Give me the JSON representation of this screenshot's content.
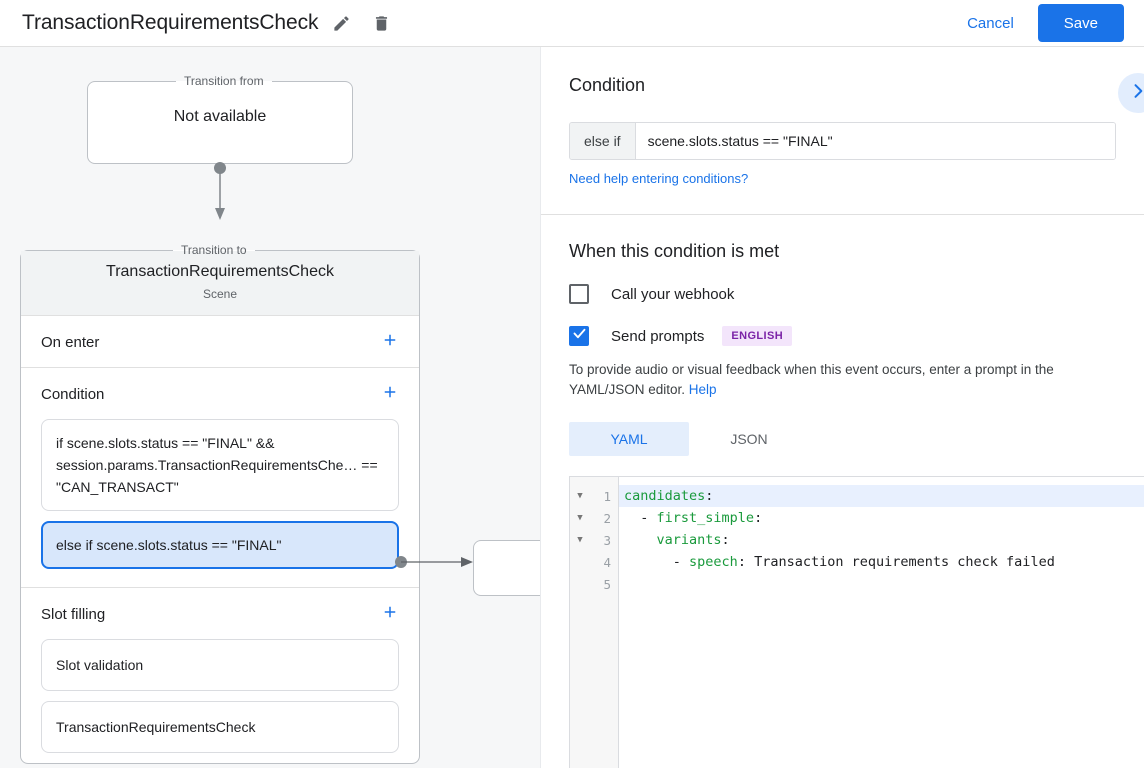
{
  "topbar": {
    "title": "TransactionRequirementsCheck",
    "edit_icon": "pencil-icon",
    "delete_icon": "trash-icon",
    "cancel_label": "Cancel",
    "save_label": "Save",
    "accent_color": "#1a73e8"
  },
  "canvas": {
    "transition_from": {
      "legend": "Transition from",
      "label": "Not available"
    },
    "transition_to": {
      "legend": "Transition to",
      "title": "TransactionRequirementsCheck",
      "subtitle": "Scene",
      "sections": [
        {
          "title": "On enter",
          "add_icon": "plus-icon"
        },
        {
          "title": "Condition",
          "add_icon": "plus-icon"
        },
        {
          "title": "Slot filling",
          "add_icon": "plus-icon"
        }
      ],
      "conditions": [
        {
          "text": "if scene.slots.status == \"FINAL\" && session.params.TransactionRequirementsChe… == \"CAN_TRANSACT\"",
          "selected": false
        },
        {
          "text": "else if scene.slots.status == \"FINAL\"",
          "selected": true
        }
      ],
      "slot_filling": [
        "Slot validation",
        "TransactionRequirementsCheck"
      ]
    }
  },
  "panel": {
    "condition": {
      "heading": "Condition",
      "collapse_icon": "chevron-right-icon",
      "prefix": "else if",
      "value": "scene.slots.status == \"FINAL\"",
      "help_link": "Need help entering conditions?"
    },
    "when_met": {
      "heading": "When this condition is met",
      "webhook": {
        "label": "Call your webhook",
        "checked": false
      },
      "send_prompts": {
        "label": "Send prompts",
        "checked": true,
        "badge": "ENGLISH"
      },
      "description_part1": "To provide audio or visual feedback when this event occurs, enter a prompt in the YAML/JSON editor. ",
      "description_link": "Help",
      "tabs": [
        {
          "label": "YAML",
          "active": true
        },
        {
          "label": "JSON",
          "active": false
        }
      ],
      "editor": {
        "language": "yaml",
        "highlighted_line": 1,
        "lines": [
          {
            "n": "1",
            "fold": true,
            "key": "candidates",
            "indent": "",
            "dash": false,
            "value": ""
          },
          {
            "n": "2",
            "fold": true,
            "key": "first_simple",
            "indent": "  ",
            "dash": true,
            "value": ""
          },
          {
            "n": "3",
            "fold": true,
            "key": "variants",
            "indent": "    ",
            "dash": false,
            "value": ""
          },
          {
            "n": "4",
            "fold": false,
            "key": "speech",
            "indent": "      ",
            "dash": true,
            "value": " Transaction requirements check failed"
          },
          {
            "n": "5",
            "fold": false,
            "key": "",
            "indent": "",
            "dash": false,
            "value": ""
          }
        ]
      }
    }
  }
}
